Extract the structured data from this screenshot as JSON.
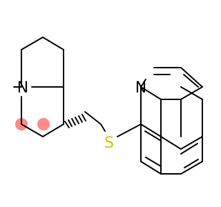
{
  "molecule": {
    "atom_labels": {
      "nitrogen_amine": "N",
      "nitrogen_quinoline": "N",
      "sulfur": "S"
    },
    "colors": {
      "bond": "#000000",
      "nitrogen": "#000000",
      "sulfur": "#c8c800",
      "highlight": "#ff8a8a"
    }
  }
}
